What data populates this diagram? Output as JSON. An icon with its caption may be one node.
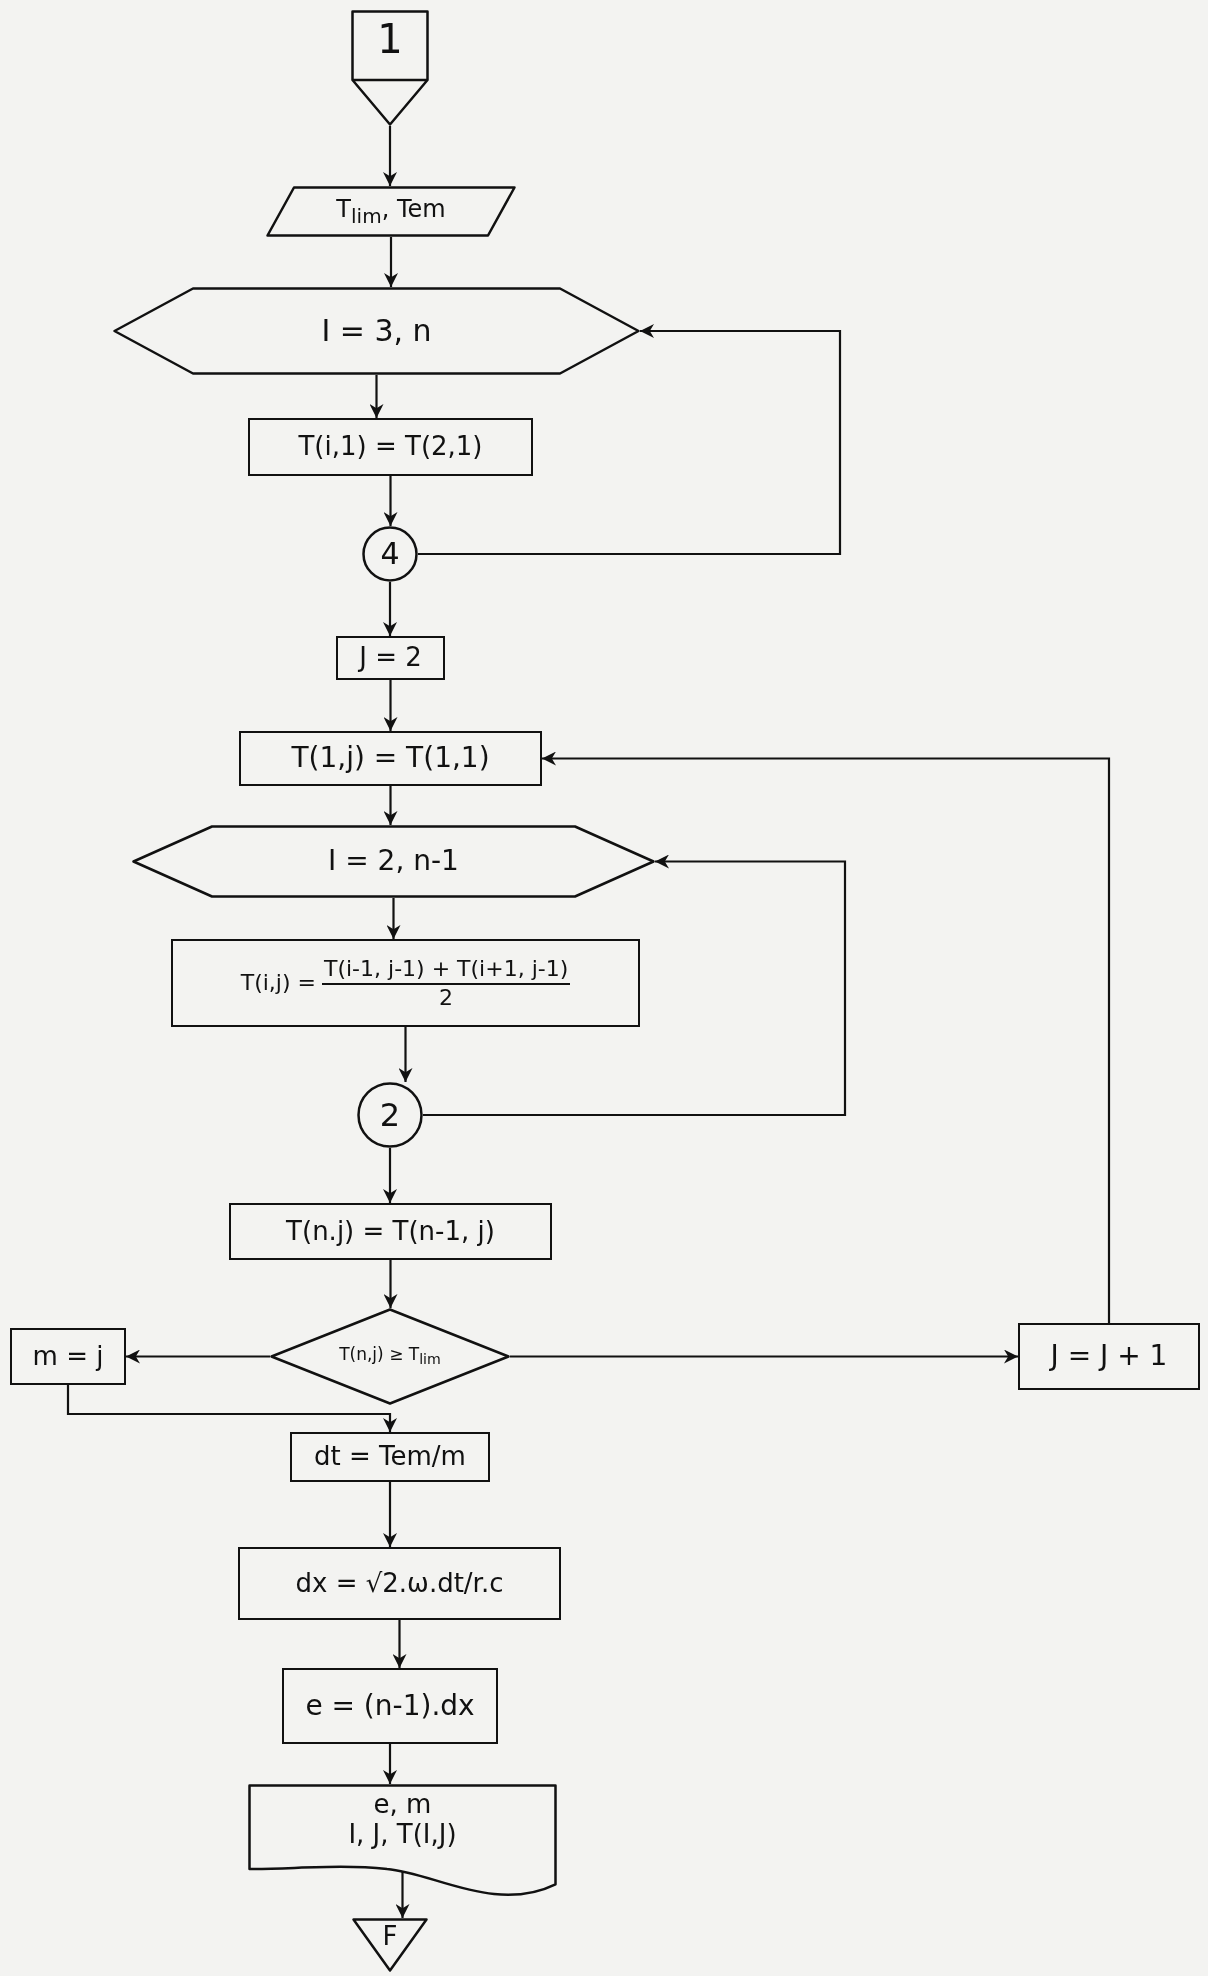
{
  "diagram": {
    "nodes": [
      {
        "text": [
          "1"
        ]
      },
      {
        "text": [
          "T$_{lim}$, Tem"
        ]
      },
      {
        "text": [
          "I = 3, n"
        ]
      },
      {
        "text": [
          "T(i,1) = T(2,1)"
        ]
      },
      {
        "text": [
          "4"
        ]
      },
      {
        "text": [
          "J = 2"
        ]
      },
      {
        "text": [
          "T(1,j) = T(1,1)"
        ]
      },
      {
        "text": [
          "I = 2, n-1"
        ]
      },
      {
        "text": [
          "T(i,j) =",
          "T(i-1, j-1) + T(i+1, j-1)",
          "2"
        ]
      },
      {
        "text": [
          "2"
        ]
      },
      {
        "text": [
          "T(n.j) = T(n-1, j)"
        ]
      },
      {
        "text": [
          "T(n,j) ≥ T$_{lim}$"
        ]
      },
      {
        "text": [
          "m = j"
        ]
      },
      {
        "text": [
          "J = J + 1"
        ]
      },
      {
        "text": [
          "dt = Tem/m"
        ]
      },
      {
        "text": [
          "dx = √2.ω.dt/r.c"
        ]
      },
      {
        "text": [
          "e = (n-1).dx"
        ]
      },
      {
        "text": [
          "e, m",
          "I, J, T(I,J)"
        ]
      },
      {
        "text": [
          "F"
        ]
      }
    ],
    "edges": [
      {
        "from": 0,
        "to": 1,
        "arrow": "to"
      },
      {
        "from": 1,
        "to": 2,
        "arrow": "to"
      },
      {
        "from": 2,
        "to": 3,
        "arrow": "to"
      },
      {
        "from": 3,
        "to": 4,
        "arrow": "to"
      },
      {
        "from": 4,
        "to": 2,
        "arrow": "to"
      },
      {
        "from": 4,
        "to": 5,
        "arrow": "to"
      },
      {
        "from": 5,
        "to": 6,
        "arrow": "to"
      },
      {
        "from": 6,
        "to": 7,
        "arrow": "to"
      },
      {
        "from": 7,
        "to": 8,
        "arrow": "to"
      },
      {
        "from": 8,
        "to": 9,
        "arrow": "to"
      },
      {
        "from": 9,
        "to": 7,
        "arrow": "to"
      },
      {
        "from": 9,
        "to": 10,
        "arrow": "to"
      },
      {
        "from": 10,
        "to": 11,
        "arrow": "to"
      },
      {
        "from": 11,
        "to": 12,
        "arrow": "to"
      },
      {
        "from": 11,
        "to": 13,
        "arrow": "to"
      },
      {
        "from": 13,
        "to": 6,
        "arrow": "to"
      },
      {
        "from": 12,
        "to": 14,
        "arrow": "to"
      },
      {
        "from": 14,
        "to": 15,
        "arrow": "to"
      },
      {
        "from": 15,
        "to": 16,
        "arrow": "to"
      },
      {
        "from": 16,
        "to": 17,
        "arrow": "to"
      },
      {
        "from": 17,
        "to": 18,
        "arrow": "to"
      }
    ]
  }
}
